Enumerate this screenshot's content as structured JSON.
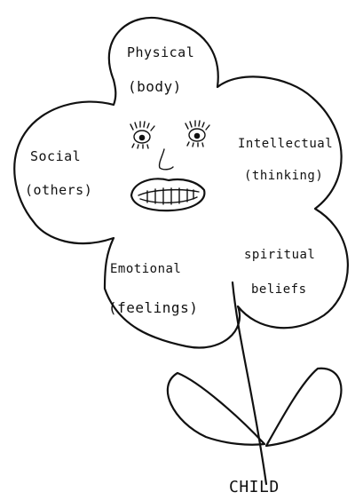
{
  "petals": {
    "physical": {
      "label": "Physical",
      "sub": "(body)"
    },
    "intellectual": {
      "label": "Intellectual",
      "sub": "(thinking)"
    },
    "spiritual": {
      "label": "spiritual",
      "sub": "beliefs"
    },
    "emotional": {
      "label": "Emotional",
      "sub": "(feelings)"
    },
    "social": {
      "label": "Social",
      "sub": "(others)"
    }
  },
  "stem_label": "CHILD",
  "icons": [
    "eye-icon",
    "eye-icon",
    "nose-icon",
    "mouth-icon"
  ],
  "colors": {
    "ink": "#111111",
    "paper": "#ffffff"
  }
}
